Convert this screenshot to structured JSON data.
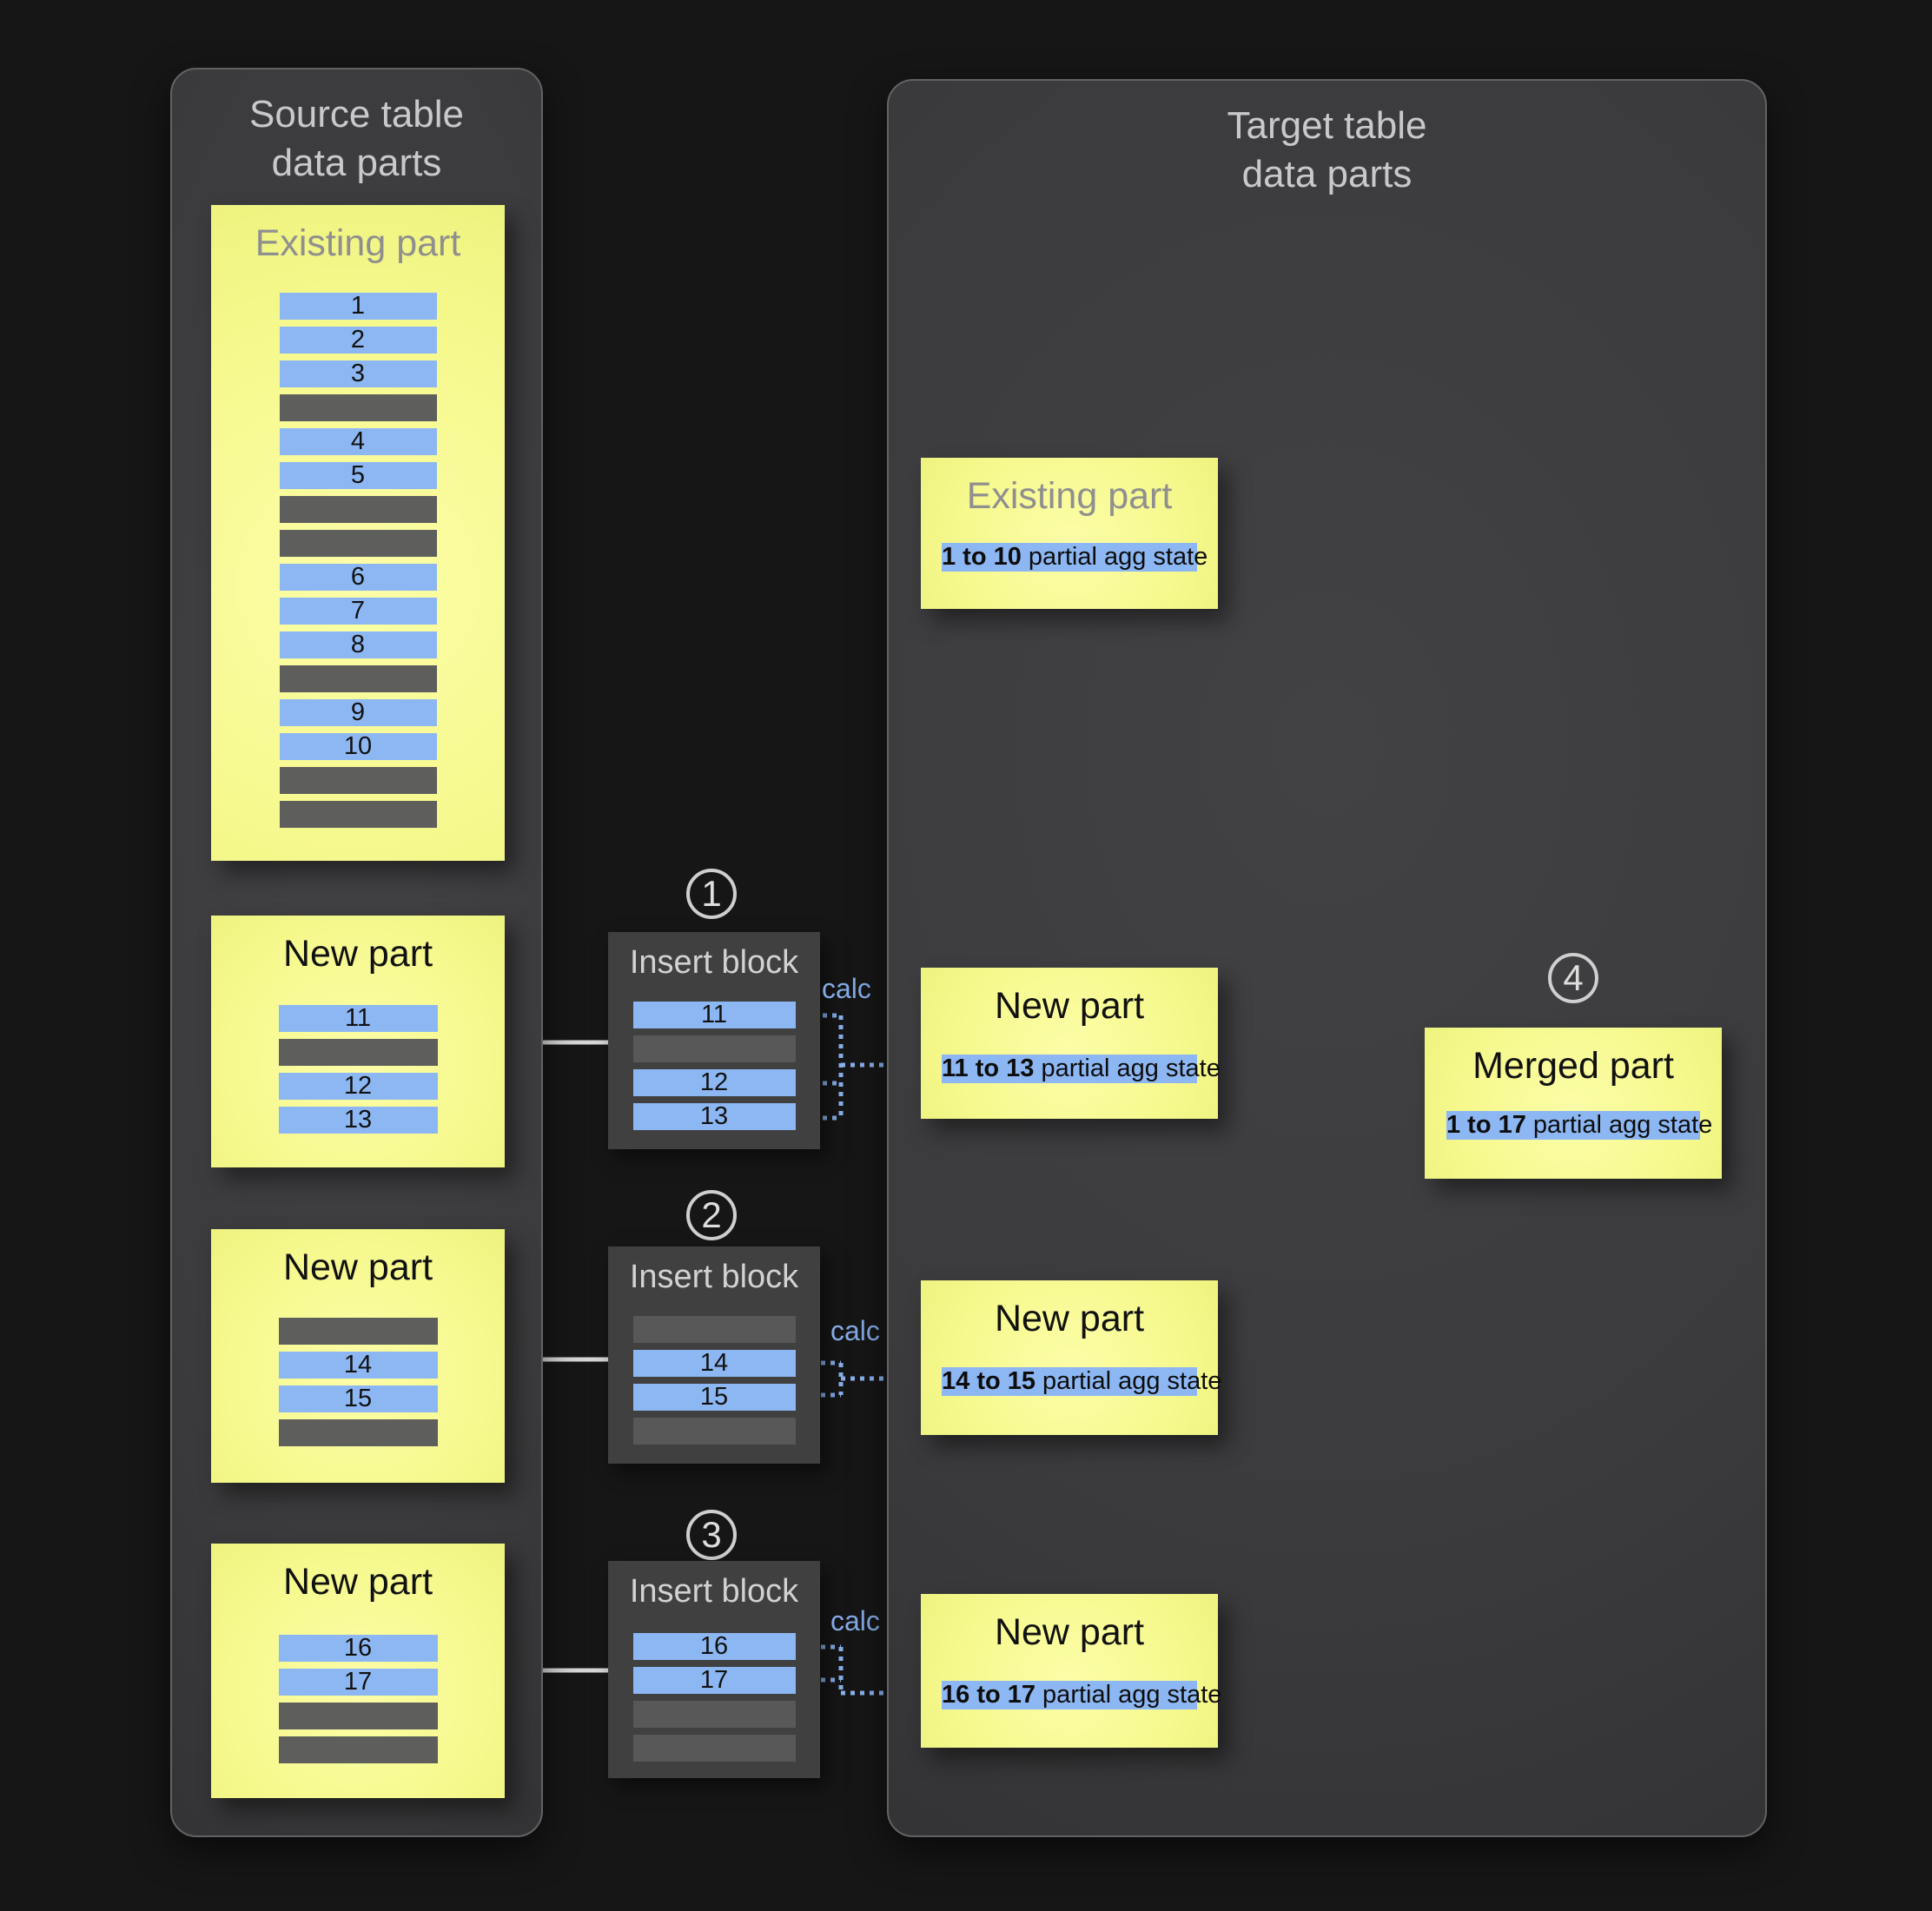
{
  "colors": {
    "background": "#161616",
    "panel_bg": "#3b3b3d",
    "panel_border": "#626265",
    "part_yellow": "#f6f98e",
    "row_blue": "#8db7f3",
    "row_gray": "#5e5e5c",
    "insert_bg": "#404040",
    "insert_row_gray": "#585858",
    "calc_blue": "#84abe6",
    "arrow_gray": "#9d9d9d",
    "arrow_white": "#d6d6d6",
    "title_gray": "#c9c9cb",
    "existing_title_gray": "#8f8f8f"
  },
  "source_panel": {
    "title_line1": "Source table",
    "title_line2": "data parts",
    "existing_part": {
      "title": "Existing part",
      "rows": [
        {
          "value": "1",
          "type": "data"
        },
        {
          "value": "2",
          "type": "data"
        },
        {
          "value": "3",
          "type": "data"
        },
        {
          "value": "",
          "type": "empty"
        },
        {
          "value": "4",
          "type": "data"
        },
        {
          "value": "5",
          "type": "data"
        },
        {
          "value": "",
          "type": "empty"
        },
        {
          "value": "",
          "type": "empty"
        },
        {
          "value": "6",
          "type": "data"
        },
        {
          "value": "7",
          "type": "data"
        },
        {
          "value": "8",
          "type": "data"
        },
        {
          "value": "",
          "type": "empty"
        },
        {
          "value": "9",
          "type": "data"
        },
        {
          "value": "10",
          "type": "data"
        },
        {
          "value": "",
          "type": "empty"
        },
        {
          "value": "",
          "type": "empty"
        }
      ]
    },
    "new_parts": [
      {
        "title": "New part",
        "rows": [
          {
            "value": "11",
            "type": "data"
          },
          {
            "value": "",
            "type": "empty"
          },
          {
            "value": "12",
            "type": "data"
          },
          {
            "value": "13",
            "type": "data"
          }
        ]
      },
      {
        "title": "New part",
        "rows": [
          {
            "value": "",
            "type": "empty"
          },
          {
            "value": "14",
            "type": "data"
          },
          {
            "value": "15",
            "type": "data"
          },
          {
            "value": "",
            "type": "empty"
          }
        ]
      },
      {
        "title": "New part",
        "rows": [
          {
            "value": "16",
            "type": "data"
          },
          {
            "value": "17",
            "type": "data"
          },
          {
            "value": "",
            "type": "empty"
          },
          {
            "value": "",
            "type": "empty"
          }
        ]
      }
    ]
  },
  "insert_blocks": [
    {
      "step": "1",
      "title": "Insert block",
      "calc_label": "calc",
      "rows": [
        {
          "value": "11",
          "type": "data"
        },
        {
          "value": "",
          "type": "empty"
        },
        {
          "value": "12",
          "type": "data"
        },
        {
          "value": "13",
          "type": "data"
        }
      ]
    },
    {
      "step": "2",
      "title": "Insert block",
      "calc_label": "calc",
      "rows": [
        {
          "value": "",
          "type": "empty"
        },
        {
          "value": "14",
          "type": "data"
        },
        {
          "value": "15",
          "type": "data"
        },
        {
          "value": "",
          "type": "empty"
        }
      ]
    },
    {
      "step": "3",
      "title": "Insert block",
      "calc_label": "calc",
      "rows": [
        {
          "value": "16",
          "type": "data"
        },
        {
          "value": "17",
          "type": "data"
        },
        {
          "value": "",
          "type": "empty"
        },
        {
          "value": "",
          "type": "empty"
        }
      ]
    }
  ],
  "target_panel": {
    "title_line1": "Target table",
    "title_line2": "data parts",
    "existing_part": {
      "title": "Existing part",
      "agg_range": "1 to 10",
      "agg_label": " partial agg state"
    },
    "new_parts": [
      {
        "title": "New part",
        "agg_range": "11 to 13",
        "agg_label": " partial agg state"
      },
      {
        "title": "New part",
        "agg_range": "14 to 15",
        "agg_label": " partial agg state"
      },
      {
        "title": "New part",
        "agg_range": "16 to 17",
        "agg_label": " partial agg state"
      }
    ],
    "merged_part": {
      "step": "4",
      "title": "Merged part",
      "agg_range": "1 to 17",
      "agg_label": " partial agg state"
    }
  }
}
